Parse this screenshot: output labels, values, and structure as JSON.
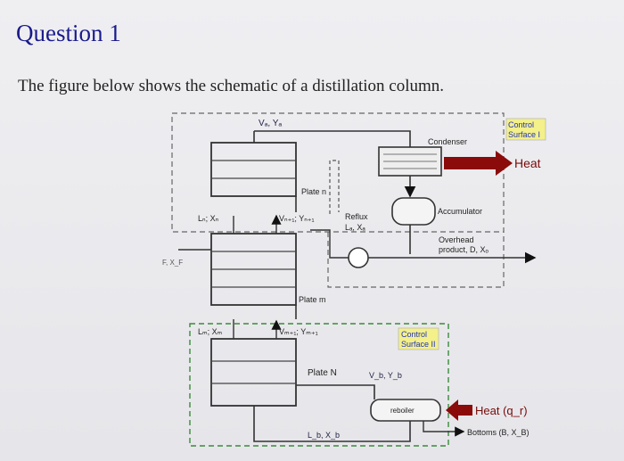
{
  "question": {
    "title": "Question 1",
    "text": "The figure below shows the schematic of a distillation column."
  },
  "diagram": {
    "top_vapor": "Vₐ, Yₐ",
    "condenser": "Condenser",
    "control_surface_1_line1": "Control",
    "control_surface_1_line2": "Surface I",
    "heat_top": "Heat",
    "plate_n": "Plate n",
    "liquid_n": "Lₙ; Xₙ",
    "vapor_n1": "Vₙ₊₁; Yₙ₊₁",
    "reflux_line1": "Reflux",
    "reflux_line2": "Lₐ, Xₐ",
    "accumulator": "Accumulator",
    "overhead_line1": "Overhead",
    "overhead_line2": "product, D, Xₒ",
    "feed": "F, X_F",
    "plate_m": "Plate m",
    "liquid_m": "Lₘ; Xₘ",
    "vapor_m1": "Vₘ₊₁; Yₘ₊₁",
    "control_surface_2_line1": "Control",
    "control_surface_2_line2": "Surface II",
    "plate_N": "Plate N",
    "vapor_b": "V_b, Y_b",
    "reboiler": "reboiler",
    "heat_bottom": "Heat (q_r)",
    "bottom_liquid": "L_b, X_b",
    "bottoms": "Bottoms (B, X_B)",
    "colors": {
      "title": "#1a1a8c",
      "control_text": "#2233bb",
      "heat_arrow": "#8b0a0a",
      "control_fill": "#f4f08a",
      "dashed": "#555555"
    }
  }
}
